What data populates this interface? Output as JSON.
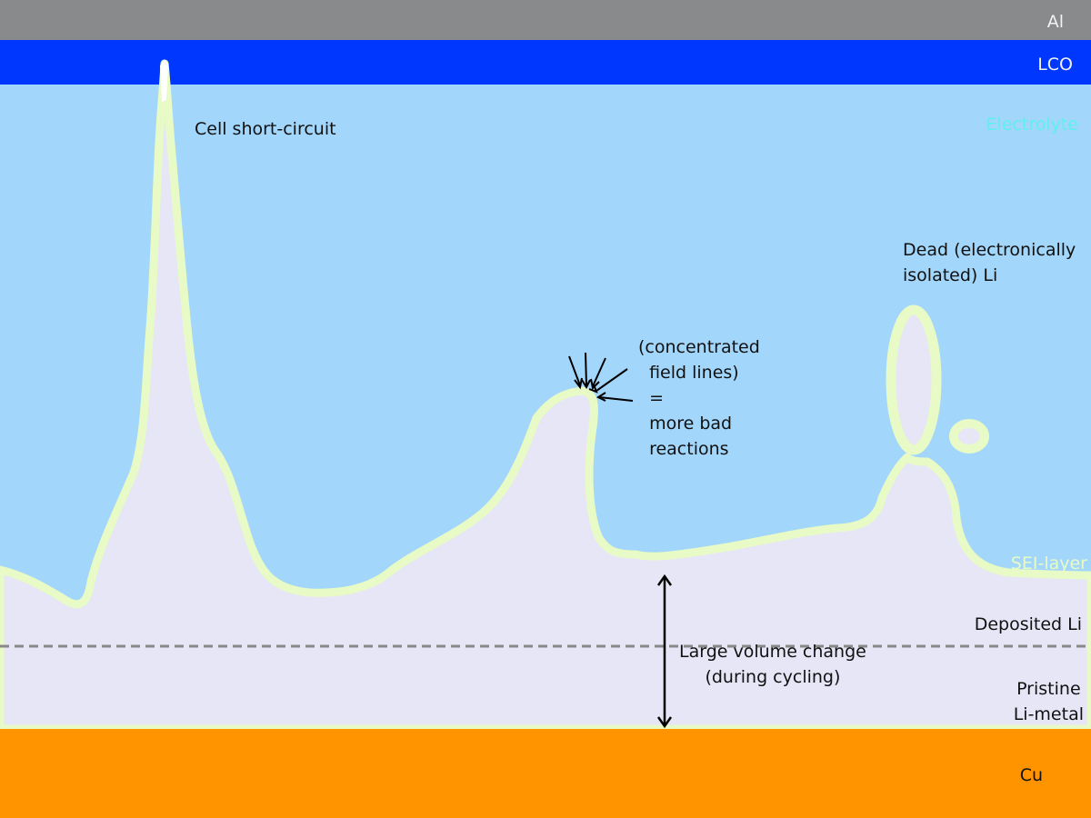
{
  "layers": {
    "al": "Al",
    "lco": "LCO",
    "electrolyte": "Electrolyte",
    "sei": "SEI-layer",
    "deposited": "Deposited Li",
    "pristine": "Pristine\nLi-metal",
    "cu": "Cu"
  },
  "annotations": {
    "short_circuit": "Cell short-circuit",
    "dead_li": "Dead (electronically\nisolated) Li",
    "field_lines": "(concentrated\n  field lines)\n  =\n  more bad\n  reactions",
    "volume_change": "Large volume change\n(during cycling)"
  },
  "colors": {
    "al": "#898a8c",
    "lco": "#0037ff",
    "electrolyte": "#a2d6fa",
    "lithium": "#e6e6f7",
    "sei": "#e8fac6",
    "cu": "#ff9400",
    "electrolyte_text": "#5ef0f0",
    "sei_text": "#e8fac6"
  }
}
